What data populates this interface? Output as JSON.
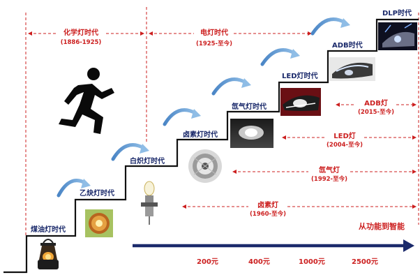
{
  "eras": [
    {
      "title": "化学灯时代",
      "years": "(1886-1925)"
    },
    {
      "title": "电灯时代",
      "years": "(1925-至今)"
    }
  ],
  "stairs": [
    {
      "label": "煤油灯时代"
    },
    {
      "label": "乙炔灯时代"
    },
    {
      "label": "白炽灯时代"
    },
    {
      "label": "卤素灯时代"
    },
    {
      "label": "氙气灯时代"
    },
    {
      "label": "LED灯时代"
    },
    {
      "label": "ADB时代"
    },
    {
      "label": "DLP时代"
    }
  ],
  "technologies": [
    {
      "name": "ADB灯",
      "years": "(2015-至今)"
    },
    {
      "name": "LED灯",
      "years": "(2004-至今)"
    },
    {
      "name": "氙气灯",
      "years": "(1992-至今)"
    },
    {
      "name": "卤素灯",
      "years": "(1960-至今)"
    }
  ],
  "arrow_note": "从功能到智能",
  "prices": [
    "200元",
    "400元",
    "1000元",
    "2500元"
  ],
  "colors": {
    "accent_red": "#cc1f1f",
    "navy": "#1b2a6b",
    "arrow_blue": "#6aa3d6"
  }
}
